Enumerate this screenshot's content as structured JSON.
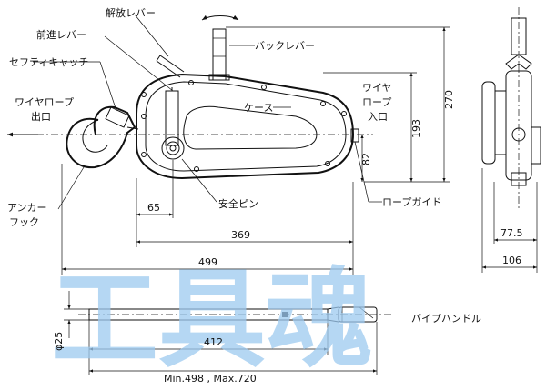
{
  "labels": {
    "release_lever": "解放レバー",
    "forward_lever": "前進レバー",
    "safety_catch": "セフティキャッチ",
    "back_lever": "バックレバー",
    "wire_rope_outlet_l1": "ワイヤロープ",
    "wire_rope_outlet_l2": "出口",
    "case": "ケース",
    "wire_inlet_l1": "ワイヤ",
    "wire_inlet_l2": "ロープ",
    "wire_inlet_l3": "入口",
    "anchor_hook_l1": "アンカー",
    "anchor_hook_l2": "フック",
    "safety_pin": "安全ピン",
    "rope_guide": "ロープガイド",
    "pipe_handle": "パイプハンドル"
  },
  "dimensions": {
    "d270": "270",
    "d193": "193",
    "d82": "82",
    "d65": "65",
    "d369": "369",
    "d499": "499",
    "d77_5": "77.5",
    "d106": "106",
    "d412": "412",
    "phi25": "φ25",
    "handle_range": "Min.498 , Max.720"
  },
  "watermark": "工具魂",
  "colors": {
    "line": "#111111",
    "watermark": "#9dcaf0"
  }
}
